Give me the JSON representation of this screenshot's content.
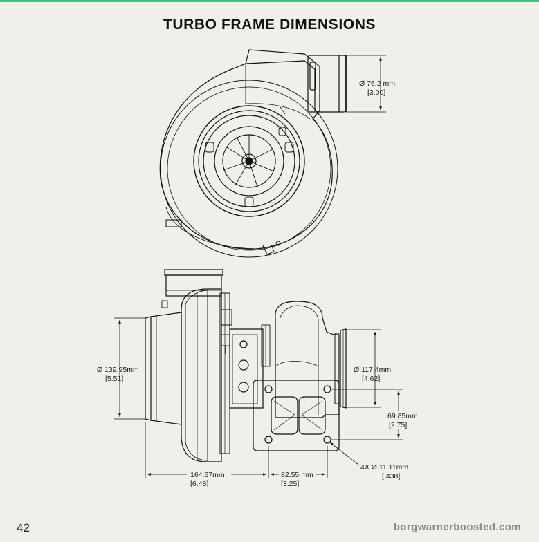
{
  "page": {
    "title": "TURBO FRAME DIMENSIONS",
    "page_number": "42",
    "footer_url": "borgwarnerboosted.com"
  },
  "dimensions": {
    "compressor_outlet_diameter": {
      "symbol": "Ø",
      "metric": "76.2 mm",
      "imperial": "[3.00]"
    },
    "compressor_inlet_diameter": {
      "symbol": "Ø",
      "metric": "139.95mm",
      "imperial": "[5.51]"
    },
    "turbine_outlet_diameter": {
      "symbol": "Ø",
      "metric": "117.4mm",
      "imperial": "[4.62]"
    },
    "flange_height": {
      "metric": "69.85mm",
      "imperial": "[2.75]"
    },
    "inlet_to_flange_length": {
      "metric": "164.67mm",
      "imperial": "[6.48]"
    },
    "flange_bolt_spacing": {
      "metric": "82.55 mm",
      "imperial": "[3.25]"
    },
    "flange_bolt_holes": {
      "prefix": "4X Ø",
      "metric": "11.11mm",
      "imperial": "[.438]"
    }
  },
  "colors": {
    "accent_line": "#3cc47a",
    "background": "#f1efea",
    "footer_text": "#8a8a86"
  }
}
